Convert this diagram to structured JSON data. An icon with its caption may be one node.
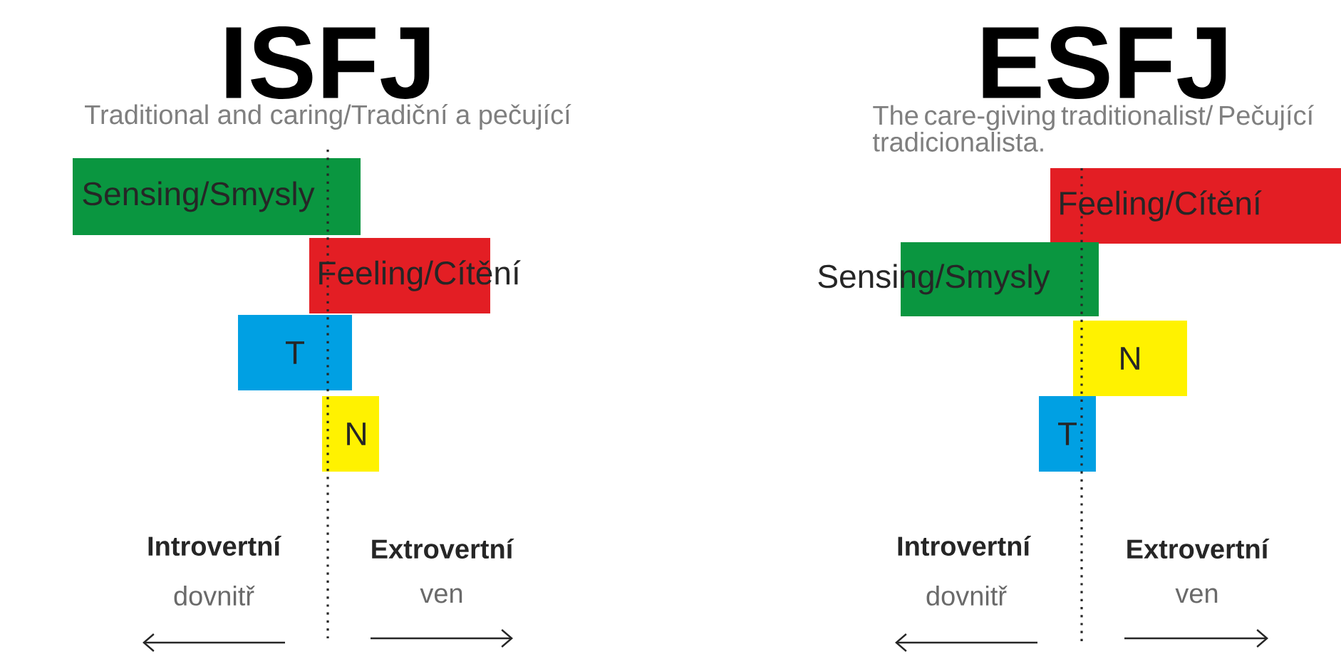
{
  "diagram": {
    "nodes": [
      {
        "text": [
          "Sensing/Smysly"
        ]
      },
      {
        "text": [
          "Feeling/Cítění"
        ]
      },
      {
        "text": [
          "T"
        ]
      },
      {
        "text": [
          "N"
        ]
      },
      {
        "text": [
          "Feeling/Cítění"
        ]
      },
      {
        "text": [
          "Sensing/Smysly"
        ]
      },
      {
        "text": [
          "N"
        ]
      },
      {
        "text": [
          "T"
        ]
      }
    ],
    "labels": [
      "ISFJ",
      "Traditional and caring/Tradiční a pečující",
      "Introvertní",
      "dovnitř",
      "Extrovertní",
      "ven",
      "ESFJ",
      "The care-giving traditionalist/ Pečující tradicionalista.",
      "Introvertní",
      "dovnitř",
      "Extrovertní",
      "ven"
    ]
  }
}
